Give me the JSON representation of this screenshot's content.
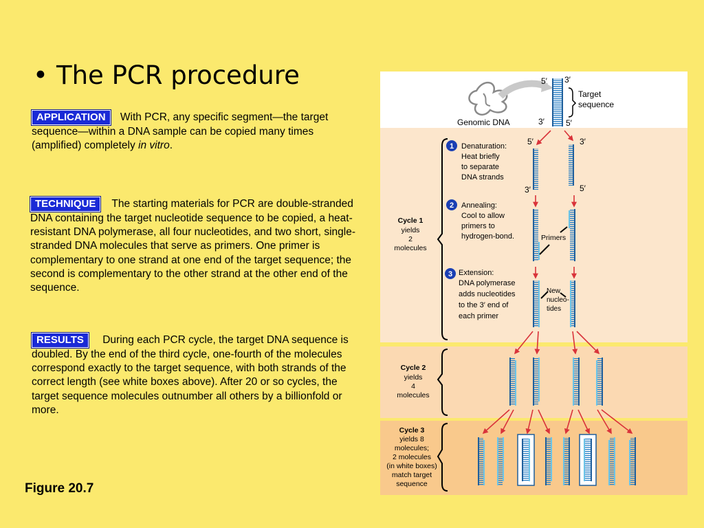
{
  "slide": {
    "bullet": "•",
    "title": "The PCR procedure",
    "figure_caption": "Figure 20.7"
  },
  "application": {
    "label": "APPLICATION",
    "text": "With PCR, any specific segment—the target sequence—within a DNA sample can be copied many times (amplified) completely ",
    "text_italic": "in vitro",
    "text_end": "."
  },
  "technique": {
    "label": "TECHNIQUE",
    "text": "The starting materials for PCR are double-stranded DNA containing the target nucleotide sequence to be copied, a heat-resistant DNA polymerase, all four nucleotides, and two short, single-stranded DNA molecules that serve as primers. One primer is complementary to one strand at one end of the target sequence; the second is complementary to the other strand at the other end of the sequence."
  },
  "results": {
    "label": "RESULTS",
    "text": "During each PCR cycle, the target DNA sequence is doubled. By the end of the third cycle, one-fourth of the molecules correspond exactly to the target sequence, with both strands of the correct length (see white boxes above). After 20 or so cycles, the target sequence molecules outnumber all others by a billionfold or more."
  },
  "diagram": {
    "genomic_dna": "Genomic DNA",
    "target_sequence": [
      "Target",
      "sequence"
    ],
    "five_prime": "5′",
    "three_prime": "3′",
    "steps": [
      {
        "num": "1",
        "lines": [
          "Denaturation:",
          "Heat briefly",
          "to separate",
          "DNA strands"
        ]
      },
      {
        "num": "2",
        "lines": [
          "Annealing:",
          "Cool to allow",
          "primers to",
          "hydrogen-bond."
        ]
      },
      {
        "num": "3",
        "lines": [
          "Extension:",
          "DNA polymerase",
          "adds nucleotides",
          "to the 3′ end of",
          "each primer"
        ]
      }
    ],
    "primers": "Primers",
    "new_nucleotides": [
      "New",
      "nucleo-",
      "tides"
    ],
    "cycle1": {
      "title": "Cycle 1",
      "lines": [
        "yields",
        "2",
        "molecules"
      ]
    },
    "cycle2": {
      "title": "Cycle 2",
      "lines": [
        "yields",
        "4",
        "molecules"
      ]
    },
    "cycle3": {
      "title": "Cycle 3",
      "lines": [
        "yields 8",
        "molecules;",
        "2 molecules",
        "(in white boxes)",
        "match target",
        "sequence"
      ]
    }
  }
}
